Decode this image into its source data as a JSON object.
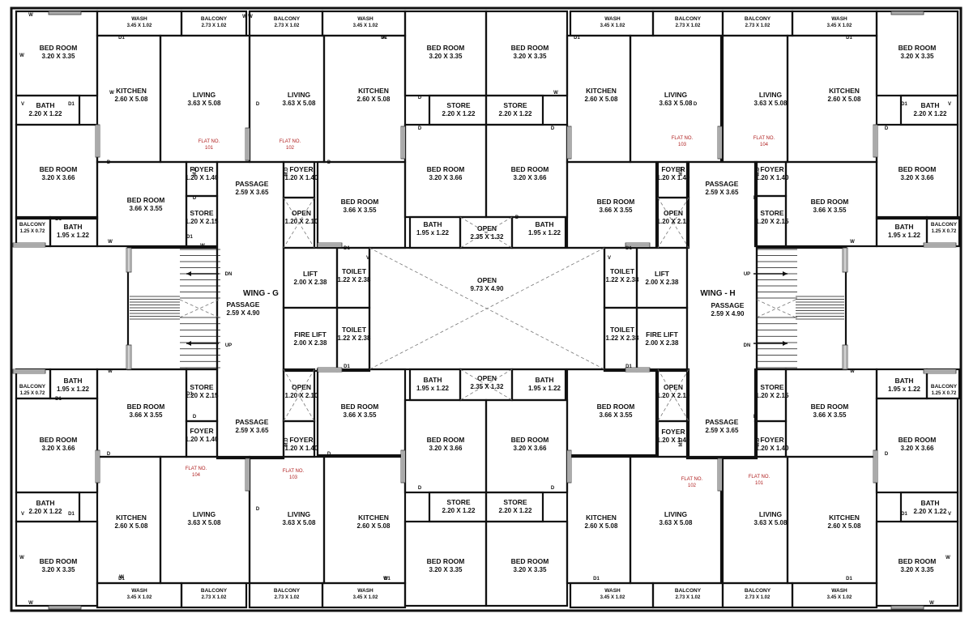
{
  "rooms": [
    {
      "name": "BED ROOM",
      "dim": "3.20 X 3.35"
    },
    {
      "name": "WASH",
      "dim": "3.45 X 1.02"
    },
    {
      "name": "BALCONY",
      "dim": "2.73 X 1.02"
    },
    {
      "name": "KITCHEN",
      "dim": "2.60 X 5.08"
    },
    {
      "name": "LIVING",
      "dim": "3.63 X 5.08"
    },
    {
      "name": "BATH",
      "dim": "2.20 X 1.22"
    },
    {
      "name": "BED ROOM",
      "dim": "3.20 X 3.66"
    },
    {
      "name": "BED ROOM",
      "dim": "3.66 X 3.55"
    },
    {
      "name": "FOYER",
      "dim": "1.20 X 1.40"
    },
    {
      "name": "STORE",
      "dim": "1.20 X 2.15"
    },
    {
      "name": "BATH",
      "dim": "1.95 x 1.22"
    },
    {
      "name": "BALCONY",
      "dim": "1.25 X 0.72"
    },
    {
      "name": "PASSAGE",
      "dim": "2.59 X 3.65"
    },
    {
      "name": "OPEN",
      "dim": "1.20 X 2.10"
    },
    {
      "name": "STORE",
      "dim": "2.20 X 1.22"
    },
    {
      "name": "OPEN",
      "dim": "2.35 X 1.32"
    },
    {
      "name": "LIFT",
      "dim": "2.00 X 2.38"
    },
    {
      "name": "FIRE LIFT",
      "dim": "2.00 X 2.38"
    },
    {
      "name": "TOILET",
      "dim": "1.22 X 2.38"
    },
    {
      "name": "OPEN",
      "dim": "9.73 X 4.90"
    },
    {
      "name": "PASSAGE",
      "dim": "2.59 X 4.90"
    }
  ],
  "flats": [
    "FLAT NO. 101",
    "FLAT NO. 102",
    "FLAT NO. 103",
    "FLAT NO. 104"
  ],
  "wings": [
    "WING - G",
    "WING - H"
  ],
  "marks": {
    "window": "W",
    "door": "D",
    "door1": "D1",
    "ventilator": "V",
    "main_door": "M.D",
    "up": "UP",
    "down": "DN"
  }
}
